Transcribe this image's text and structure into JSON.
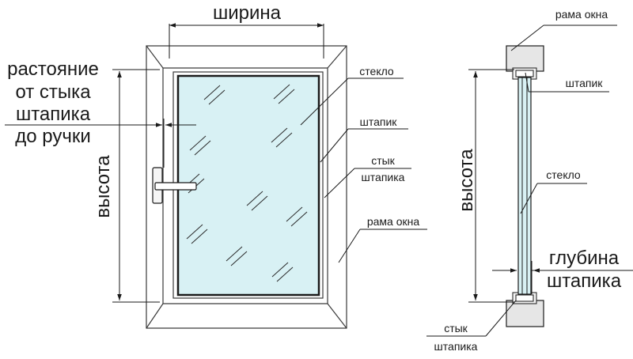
{
  "front_view": {
    "width_label": "ширина",
    "height_label": "высота",
    "handle_distance_label": [
      "растояние",
      "от стыка",
      "штапика",
      "до ручки"
    ],
    "callouts": {
      "glass": "стекло",
      "bead": "штапик",
      "bead_joint": [
        "стык",
        "штапика"
      ],
      "frame": "рама окна"
    }
  },
  "section_view": {
    "frame_top": "рама окна",
    "bead": "штапик",
    "height_label": "высота",
    "glass": "стекло",
    "bead_depth_label": [
      "глубина",
      "штапика"
    ],
    "bead_joint": [
      "стык",
      "штапика"
    ]
  },
  "colors": {
    "glass": "#d8f1f4",
    "frame": "#f2f2f2",
    "bead": "#ececec",
    "section_wall": "#e6e6e6",
    "line": "#1a1a1a"
  }
}
